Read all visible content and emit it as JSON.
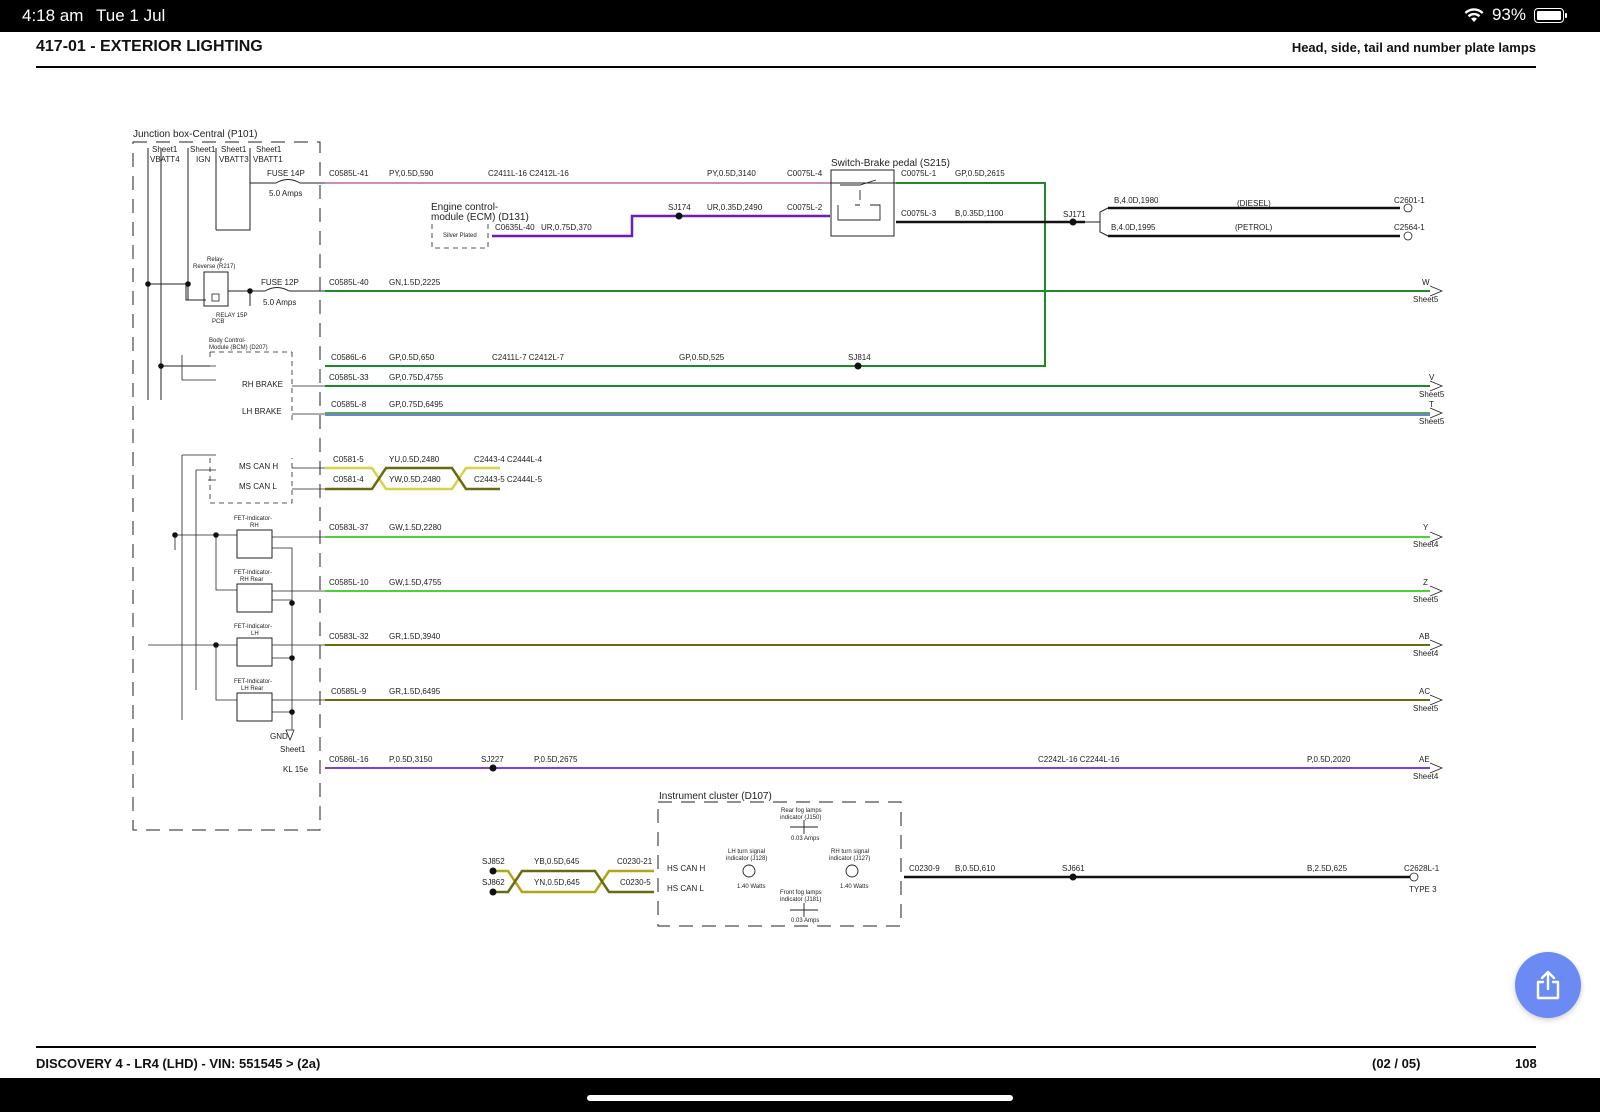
{
  "status_bar": {
    "time": "4:18 am",
    "date": "Tue 1 Jul",
    "battery": "93%"
  },
  "header": {
    "title": "417-01 - EXTERIOR LIGHTING",
    "subtitle": "Head, side, tail and number plate lamps"
  },
  "footer": {
    "vehicle": "DISCOVERY 4 - LR4  (LHD) - VIN: 551545 >  (2a)",
    "sheet": "(02 / 05)",
    "page": "108"
  },
  "colors": {
    "pink": "#c890b4",
    "purple": "#6a1fb0",
    "green": "#1e8a28",
    "lightgreen": "#4fcf3a",
    "olive": "#6b6a10",
    "black": "#111111",
    "blue": "#4a55c0",
    "yellow": "#d8d24a",
    "share": "#6b8af3"
  },
  "diagram": {
    "junction_box": "Junction box-Central (P101)",
    "sheet_refs": [
      "Sheet1",
      "Sheet1",
      "Sheet1",
      "Sheet1"
    ],
    "supplies": [
      "VBATT4",
      "IGN",
      "VBATT3",
      "VBATT1"
    ],
    "fuse14p": "FUSE 14P",
    "fuse14p_amps": "5.0 Amps",
    "fuse12p": "FUSE 12P",
    "fuse12p_amps": "5.0 Amps",
    "relay_reverse_1": "Relay-",
    "relay_reverse_2": "Reverse (R217)",
    "relay_pcb_1": "RELAY 15P",
    "relay_pcb_2": "PCB",
    "bcm_1": "Body Control-",
    "bcm_2": "Module (BCM) (D207)",
    "rh_brake": "RH BRAKE",
    "lh_brake": "LH BRAKE",
    "ms_can_h": "MS CAN H",
    "ms_can_l": "MS CAN L",
    "fet_rh_1": "FET-Indicator-",
    "fet_rh_2": "RH",
    "fet_rhr_1": "FET-Indicator-",
    "fet_rhr_2": "RH Rear",
    "fet_lh_1": "FET-Indicator-",
    "fet_lh_2": "LH",
    "fet_lhr_1": "FET-Indicator-",
    "fet_lhr_2": "LH Rear",
    "gnd": "GND",
    "gnd_sheet": "Sheet1",
    "kl15e": "KL 15e",
    "ecm_1": "Engine control-",
    "ecm_2": "module (ECM) (D131)",
    "silver_plated": "Silver Plated",
    "switch_brake": "Switch-Brake pedal (S215)",
    "instrument_cluster": "Instrument cluster (D107)",
    "hs_can_h": "HS CAN H",
    "hs_can_l": "HS CAN L",
    "rear_fog_1": "Rear fog lamps",
    "rear_fog_2": "indicator (J150)",
    "rear_fog_w": "0.03 Amps",
    "front_fog_1": "Front fog lamps",
    "front_fog_2": "indicator (J181)",
    "front_fog_w": "0.03 Amps",
    "lh_turn_1": "LH turn signal",
    "lh_turn_2": "indicator (J128)",
    "lh_turn_w": "1.40 Watts",
    "rh_turn_1": "RH turn signal",
    "rh_turn_2": "indicator (J127)",
    "rh_turn_w": "1.40 Watts",
    "diesel": "(DIESEL)",
    "petrol": "(PETROL)",
    "type3": "TYPE 3",
    "w1_c1": "C0585L-41",
    "w1_w1": "PY,0.5D,590",
    "w1_c2": "C2411L-16 C2412L-16",
    "w1_w2": "PY,0.5D,3140",
    "w1_c3": "C0075L-4",
    "w1_c4": "C0075L-1",
    "w1_w3": "GP,0.5D,2615",
    "ecm_c1": "C0635L-40",
    "ecm_w1": "UR,0.75D,370",
    "ecm_sj": "SJ174",
    "ecm_w2": "UR,0.35D,2490",
    "ecm_c2": "C0075L-2",
    "sw_c3": "C0075L-3",
    "sw_w3": "B,0.35D,1100",
    "sj171": "SJ171",
    "d_w": "B,4.0D,1980",
    "d_c": "C2601-1",
    "p_w": "B,4.0D,1995",
    "p_c": "C2564-1",
    "w2_c1": "C0585L-40",
    "w2_w1": "GN,1.5D,2225",
    "w2_end": "W",
    "w2_sheet": "Sheet5",
    "w3_c1": "C0586L-6",
    "w3_w1": "GP,0.5D,650",
    "w3_c2": "C2411L-7 C2412L-7",
    "w3_w2": "GP,0.5D,525",
    "w3_sj": "SJ814",
    "w4_c1": "C0585L-33",
    "w4_w1": "GP,0.75D,4755",
    "w4_end": "V",
    "w4_sheet": "Sheet5",
    "w5_c1": "C0585L-8",
    "w5_w1": "GP,0.75D,6495",
    "w5_end": "T",
    "w5_sheet": "Sheet5",
    "can_c1": "C0581-5",
    "can_w1": "YU,0.5D,2480",
    "can_c2": "C2443-4 C2444L-4",
    "can_c3": "C0581-4",
    "can_w2": "YW,0.5D,2480",
    "can_c4": "C2443-5 C2444L-5",
    "w6_c1": "C0583L-37",
    "w6_w1": "GW,1.5D,2280",
    "w6_end": "Y",
    "w6_sheet": "Sheet4",
    "w7_c1": "C0585L-10",
    "w7_w1": "GW,1.5D,4755",
    "w7_end": "Z",
    "w7_sheet": "Sheet5",
    "w8_c1": "C0583L-32",
    "w8_w1": "GR,1.5D,3940",
    "w8_end": "AB",
    "w8_sheet": "Sheet4",
    "w9_c1": "C0585L-9",
    "w9_w1": "GR,1.5D,6495",
    "w9_end": "AC",
    "w9_sheet": "Sheet5",
    "w10_c1": "C0586L-16",
    "w10_sj": "SJ227",
    "w10_w1": "P,0.5D,3150",
    "w10_w2": "P,0.5D,2675",
    "w10_c2": "C2242L-16 C2244L-16",
    "w10_w3": "P,0.5D,2020",
    "w10_end": "AE",
    "w10_sheet": "Sheet4",
    "hs_sj1": "SJ852",
    "hs_sj2": "SJ862",
    "hs_w1": "YB,0.5D,645",
    "hs_w2": "YN,0.5D,645",
    "hs_c1": "C0230-21",
    "hs_c2": "C0230-5",
    "ic_c1": "C0230-9",
    "ic_w1": "B,0.5D,610",
    "ic_sj": "SJ661",
    "ic_w2": "B,2.5D,625",
    "ic_c2": "C2628L-1"
  }
}
